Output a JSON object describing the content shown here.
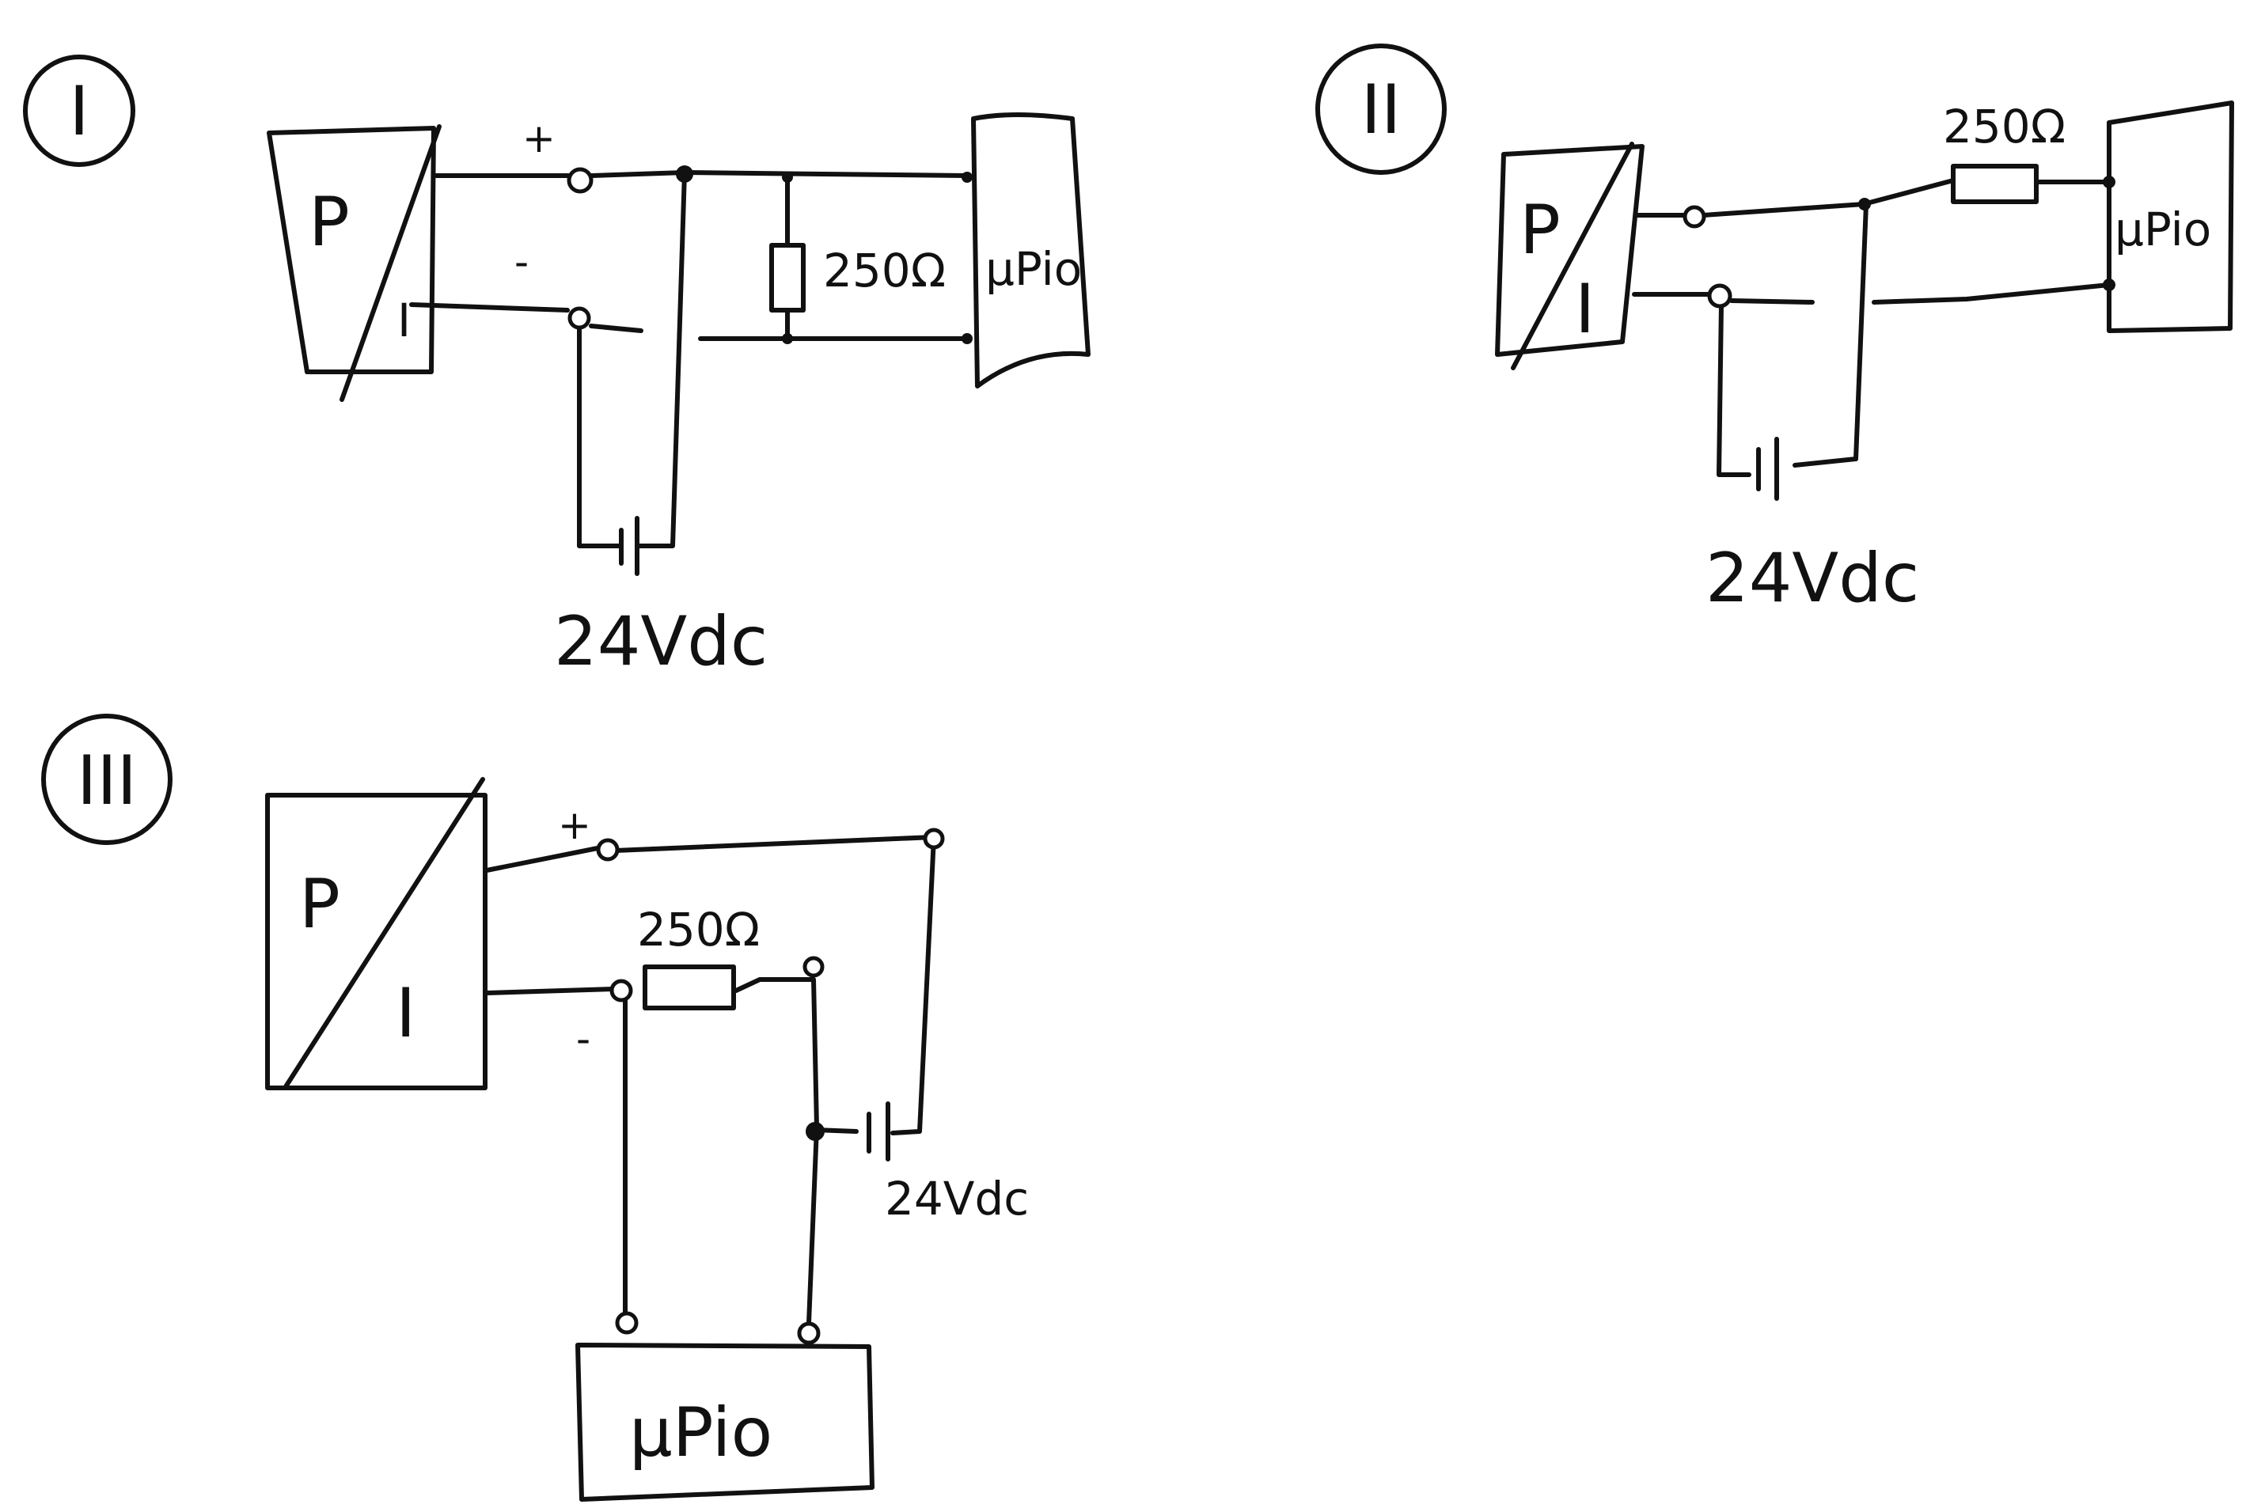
{
  "diagrams": [
    {
      "number": "I",
      "converter": {
        "top": "P",
        "bottom": "I"
      },
      "plus": "+",
      "minus": "-",
      "resistor": "250Ω",
      "device": "μPio",
      "supply": "24Vdc"
    },
    {
      "number": "II",
      "converter": {
        "top": "P",
        "bottom": "I"
      },
      "resistor": "250Ω",
      "device": "μPio",
      "supply": "24Vdc"
    },
    {
      "number": "III",
      "converter": {
        "top": "P",
        "bottom": "I"
      },
      "plus": "+",
      "minus": "-",
      "resistor": "250Ω",
      "device": "μPio",
      "supply": "24Vdc"
    }
  ]
}
